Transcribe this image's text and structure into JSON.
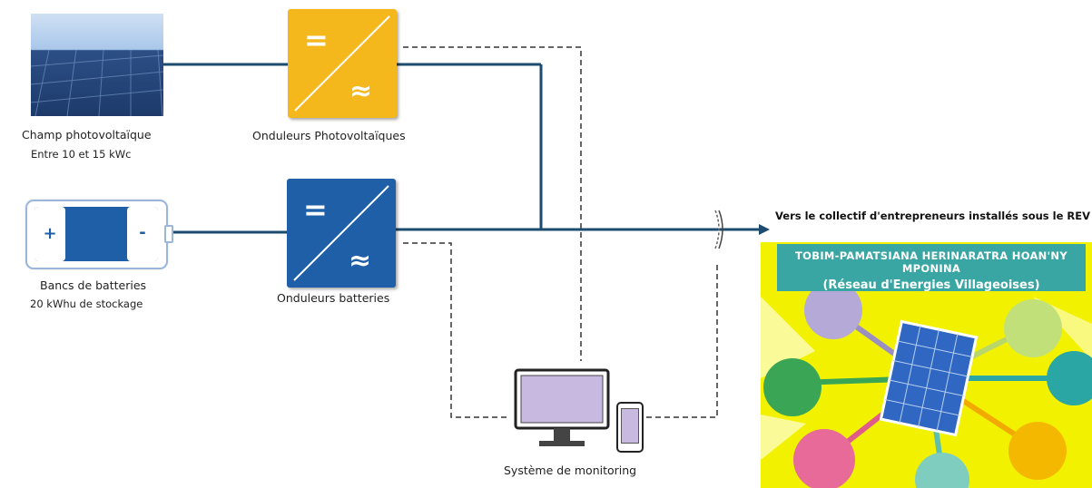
{
  "nodes": {
    "pv_field": {
      "title": "Champ photovoltaïque",
      "subtitle": "Entre 10 et 15 kWc"
    },
    "pv_inverters": {
      "title": "Onduleurs Photovoltaïques",
      "dc_symbol": "=",
      "ac_symbol": "≈"
    },
    "battery_bank": {
      "title": "Bancs de batteries",
      "subtitle": "20 kWhu de stockage",
      "plus": "+",
      "minus": "-"
    },
    "battery_inverters": {
      "title": "Onduleurs batteries",
      "dc_symbol": "=",
      "ac_symbol": "≈"
    },
    "monitoring": {
      "title": "Système de monitoring"
    },
    "output": {
      "title": "Vers le collectif d'entrepreneurs installés sous le REV"
    }
  },
  "rev_poster": {
    "line1": "TOBIM-PAMATSIANA HERINARATRA HOAN'NY MPONINA",
    "line2": "(Réseau d'Energies Villageoises)"
  },
  "colors": {
    "pv_inverter": "#f5b81c",
    "battery_inverter": "#1f5fa8",
    "wire": "#1b4b6e",
    "monitor_screen": "#c7b9e0"
  }
}
